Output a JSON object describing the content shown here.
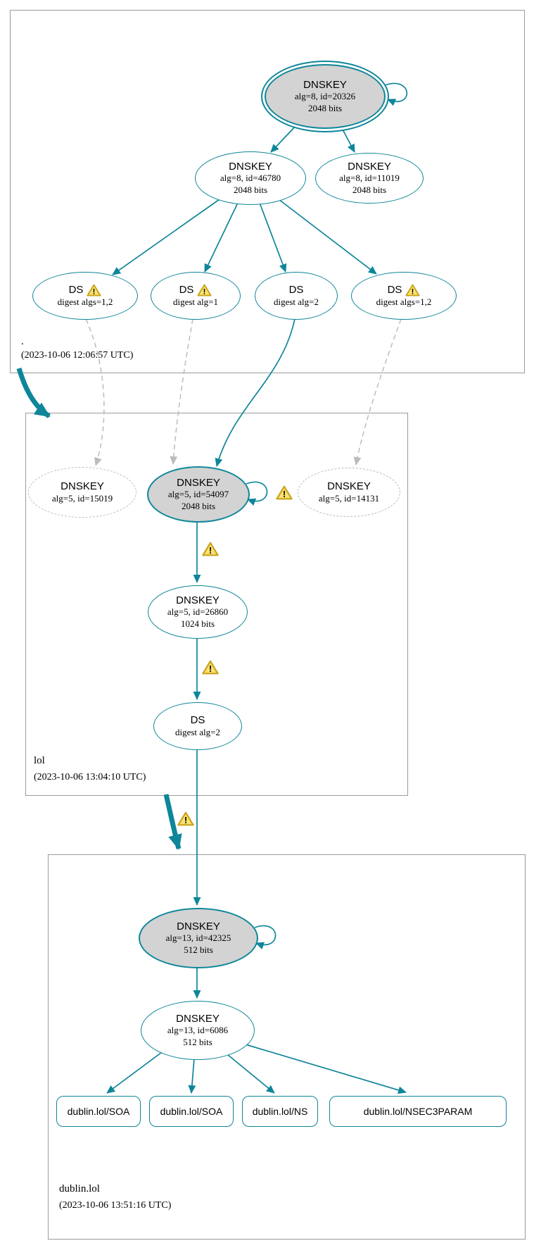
{
  "zones": {
    "root": {
      "label": ".",
      "timestamp": "(2023-10-06 12:06:57 UTC)",
      "ksk": {
        "type": "DNSKEY",
        "params": "alg=8, id=20326",
        "size": "2048 bits"
      },
      "key_46780": {
        "type": "DNSKEY",
        "params": "alg=8, id=46780",
        "size": "2048 bits"
      },
      "key_11019": {
        "type": "DNSKEY",
        "params": "alg=8, id=11019",
        "size": "2048 bits"
      },
      "ds_1": {
        "type": "DS",
        "digest": "digest algs=1,2"
      },
      "ds_2": {
        "type": "DS",
        "digest": "digest alg=1"
      },
      "ds_3": {
        "type": "DS",
        "digest": "digest alg=2"
      },
      "ds_4": {
        "type": "DS",
        "digest": "digest algs=1,2"
      }
    },
    "lol": {
      "label": "lol",
      "timestamp": "(2023-10-06 13:04:10 UTC)",
      "missing_key_15019": {
        "type": "DNSKEY",
        "params": "alg=5, id=15019"
      },
      "key_54097": {
        "type": "DNSKEY",
        "params": "alg=5, id=54097",
        "size": "2048 bits"
      },
      "missing_key_14131": {
        "type": "DNSKEY",
        "params": "alg=5, id=14131"
      },
      "key_26860": {
        "type": "DNSKEY",
        "params": "alg=5, id=26860",
        "size": "1024 bits"
      },
      "ds": {
        "type": "DS",
        "digest": "digest alg=2"
      }
    },
    "dublin": {
      "label": "dublin.lol",
      "timestamp": "(2023-10-06 13:51:16 UTC)",
      "key_42325": {
        "type": "DNSKEY",
        "params": "alg=13, id=42325",
        "size": "512 bits"
      },
      "key_6086": {
        "type": "DNSKEY",
        "params": "alg=13, id=6086",
        "size": "512 bits"
      },
      "rrsets": [
        {
          "label": "dublin.lol/SOA"
        },
        {
          "label": "dublin.lol/SOA"
        },
        {
          "label": "dublin.lol/NS"
        },
        {
          "label": "dublin.lol/NSEC3PARAM"
        }
      ]
    }
  },
  "icons": {
    "warning_mark": "!"
  },
  "colors": {
    "secure": "#0E8699",
    "missing": "#BCBCBC",
    "warning_fill": "#FAE26F",
    "warning_border": "#C9A21B",
    "key_fill": "#D3D3D3",
    "box_border": "#9B9B9B"
  }
}
